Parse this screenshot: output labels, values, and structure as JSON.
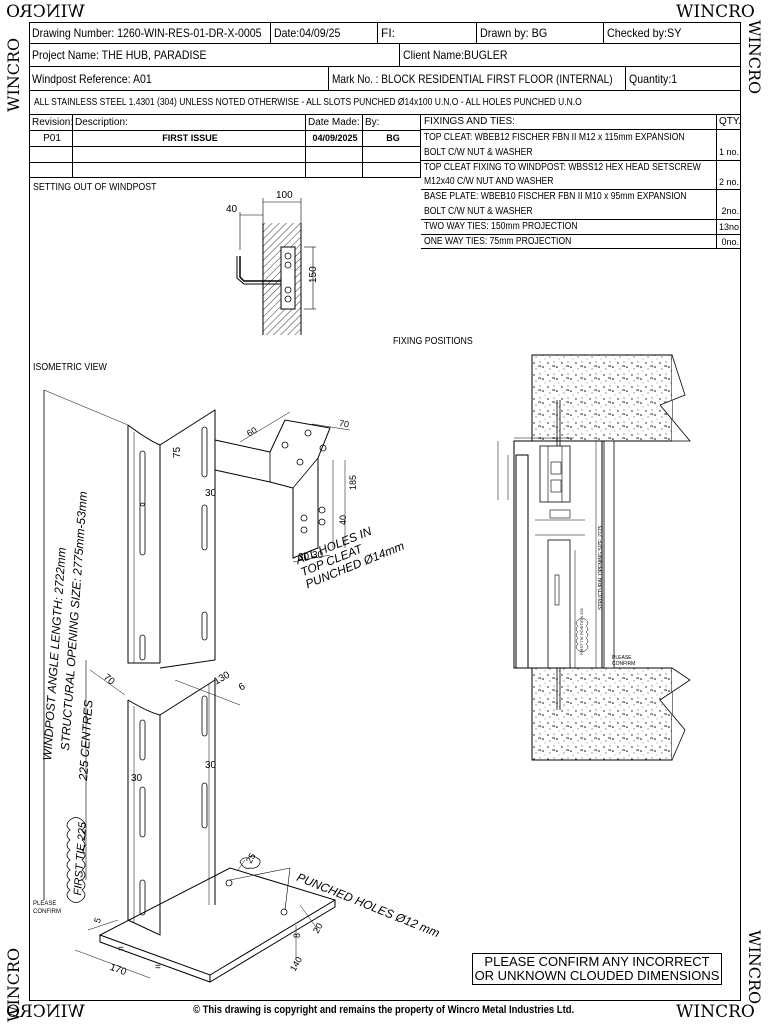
{
  "brand": {
    "name": "WINCRO"
  },
  "header": {
    "drawing_number": "Drawing Number: 1260-WIN-RES-01-DR-X-0005",
    "date": "Date:04/09/25",
    "fi": "FI:",
    "drawn_by": "Drawn by: BG",
    "checked_by": "Checked by:SY",
    "project_name": "Project Name: THE HUB, PARADISE",
    "client_name": "Client Name:BUGLER",
    "windpost_reference": "Windpost Reference: A01",
    "mark_no": "Mark No. : BLOCK RESIDENTIAL FIRST FLOOR (INTERNAL)",
    "quantity": "Quantity:1",
    "general_note": "ALL STAINLESS STEEL 1.4301 (304) UNLESS NOTED OTHERWISE - ALL SLOTS PUNCHED Ø14x100 U.N.O - ALL HOLES PUNCHED U.N.O"
  },
  "revision_table": {
    "headers": [
      "Revision:",
      "Description:",
      "Date Made:",
      "By:"
    ],
    "rows": [
      [
        "P01",
        "FIRST ISSUE",
        "04/09/2025",
        "BG"
      ],
      [
        "",
        "",
        "",
        ""
      ],
      [
        "",
        "",
        "",
        ""
      ]
    ]
  },
  "fixings_table": {
    "header": "FIXINGS AND TIES:",
    "qty_header": "QTY.",
    "rows": [
      {
        "lines": [
          "TOP CLEAT: WBEB12 FISCHER FBN II M12 x 115mm EXPANSION",
          "BOLT C/W NUT & WASHER"
        ],
        "qty": "1 no."
      },
      {
        "lines": [
          "TOP CLEAT FIXING TO WINDPOST: WBSS12 HEX HEAD SETSCREW",
          "M12x40 C/W NUT AND WASHER"
        ],
        "qty": "2 no."
      },
      {
        "lines": [
          "BASE PLATE: WBEB10 FISCHER FBN II M10 x 95mm EXPANSION",
          "BOLT C/W NUT & WASHER"
        ],
        "qty": "2no."
      },
      {
        "lines": [
          "TWO WAY TIES: 150mm PROJECTION"
        ],
        "qty": "13no."
      },
      {
        "lines": [
          "ONE WAY TIES:   75mm PROJECTION"
        ],
        "qty": "0no."
      }
    ]
  },
  "labels": {
    "setting_out": "SETTING OUT OF WINDPOST",
    "fixing_positions": "FIXING POSITIONS",
    "isometric_view": "ISOMETRIC VIEW",
    "windpost_length": "WINDPOST ANGLE LENGTH: 2722mm",
    "opening_size": "STRUCTURAL OPENING SIZE: 2775mm-53mm",
    "centres": "225 CENTRES",
    "first_tie": "FIRST TIE 225",
    "please_confirm": "PLEASE CONFIRM",
    "all_holes_1": "ALL HOLES IN",
    "all_holes_2": "TOP CLEAT",
    "all_holes_3": "PUNCHED Ø14mm",
    "punched_holes": "PUNCHED HOLES Ø12 mm",
    "confirm_box_1": "PLEASE CONFIRM ANY INCORRECT",
    "confirm_box_2": "OR UNKNOWN CLOUDED DIMENSIONS",
    "copyright": "© This drawing is copyright and remains the property of Wincro Metal Industries Ltd.",
    "structural_opening_small": "STRUCTURAL OPENING SIZE: 2775",
    "first_tie_small": "FIRST TIE POSITION 225",
    "please_confirm_small": "PLEASE CONFIRM"
  },
  "dimensions": {
    "d100": "100",
    "d40": "40",
    "d150": "150",
    "d75": "75",
    "d30": "30",
    "d70": "70",
    "d130": "130",
    "d6": "6",
    "d8": "8",
    "d25": "25",
    "d20": "20",
    "d140": "140",
    "d170": "170",
    "d5": "5",
    "eq": "=",
    "d40b": "40",
    "d185": "185",
    "d60": "60"
  }
}
